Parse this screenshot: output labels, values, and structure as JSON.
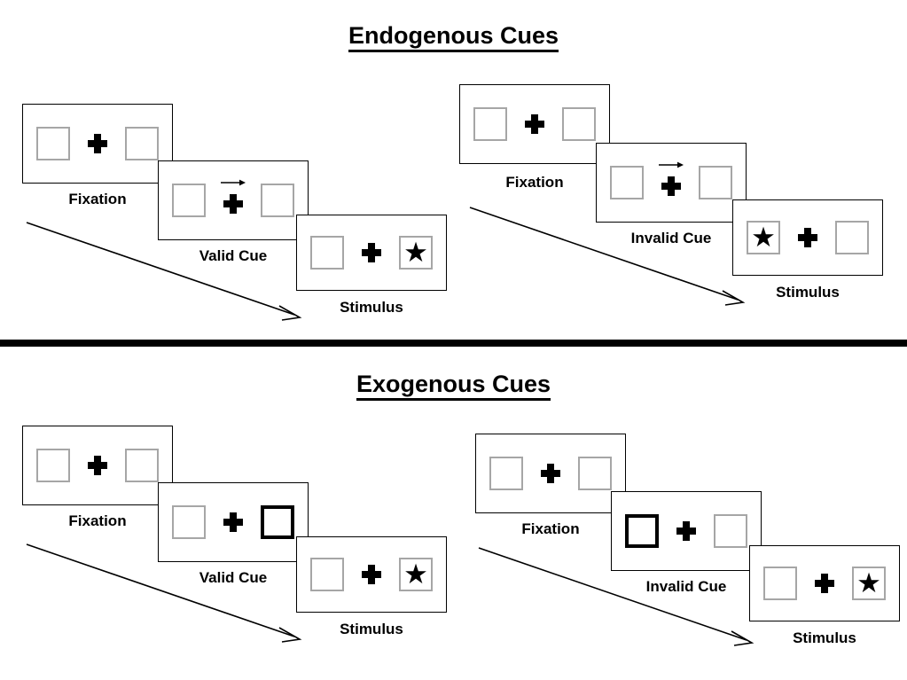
{
  "figure": {
    "sections": [
      {
        "id": "endogenous",
        "title": "Endogenous Cues",
        "sequences": [
          {
            "id": "endogenous-valid",
            "frames": [
              {
                "label": "Fixation",
                "cue": "none",
                "left_box": "empty",
                "right_box": "empty",
                "arrow": false
              },
              {
                "label": "Valid Cue",
                "cue": "arrow-right",
                "left_box": "empty",
                "right_box": "empty",
                "arrow": true
              },
              {
                "label": "Stimulus",
                "cue": "none",
                "left_box": "empty",
                "right_box": "star",
                "arrow": false
              }
            ]
          },
          {
            "id": "endogenous-invalid",
            "frames": [
              {
                "label": "Fixation",
                "cue": "none",
                "left_box": "empty",
                "right_box": "empty",
                "arrow": false
              },
              {
                "label": "Invalid Cue",
                "cue": "arrow-right",
                "left_box": "empty",
                "right_box": "empty",
                "arrow": true
              },
              {
                "label": "Stimulus",
                "cue": "none",
                "left_box": "star",
                "right_box": "empty",
                "arrow": false
              }
            ]
          }
        ]
      },
      {
        "id": "exogenous",
        "title": "Exogenous Cues",
        "sequences": [
          {
            "id": "exogenous-valid",
            "frames": [
              {
                "label": "Fixation",
                "cue": "none",
                "left_box": "empty",
                "right_box": "empty",
                "arrow": false
              },
              {
                "label": "Valid Cue",
                "cue": "box-highlight-right",
                "left_box": "empty",
                "right_box": "cued",
                "arrow": false
              },
              {
                "label": "Stimulus",
                "cue": "none",
                "left_box": "empty",
                "right_box": "star",
                "arrow": false
              }
            ]
          },
          {
            "id": "exogenous-invalid",
            "frames": [
              {
                "label": "Fixation",
                "cue": "none",
                "left_box": "empty",
                "right_box": "empty",
                "arrow": false
              },
              {
                "label": "Invalid Cue",
                "cue": "box-highlight-left",
                "left_box": "cued",
                "right_box": "empty",
                "arrow": false
              },
              {
                "label": "Stimulus",
                "cue": "none",
                "left_box": "empty",
                "right_box": "star",
                "arrow": false
              }
            ]
          }
        ]
      }
    ],
    "glyphs": {
      "star": "★",
      "fixation_cross": "plus-icon",
      "cue_arrow": "arrow-right-icon",
      "time_arrow": "time-arrow-icon"
    },
    "colors": {
      "box_outline": "#a6a6a6",
      "cued_box_outline": "#000000",
      "panel_outline": "#000000",
      "text": "#000000",
      "background": "#ffffff",
      "divider": "#000000"
    }
  }
}
